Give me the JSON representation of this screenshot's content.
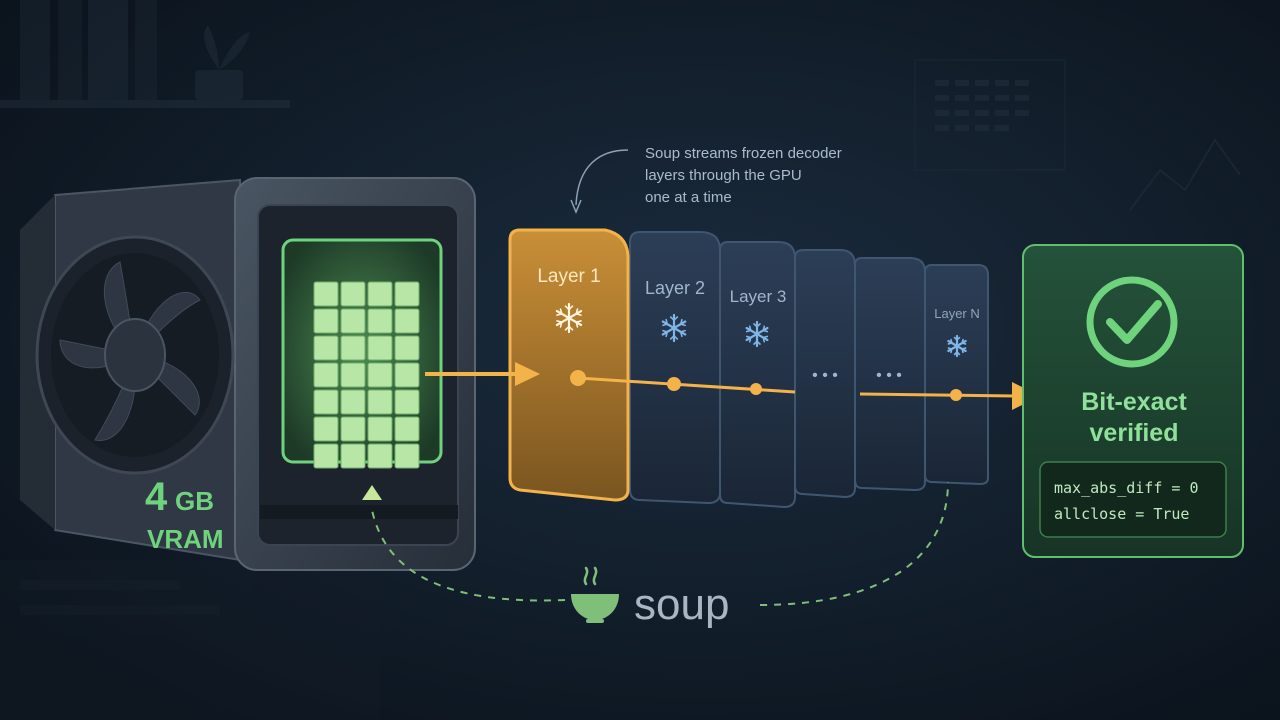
{
  "annotation": {
    "lines": [
      "Soup streams frozen decoder",
      "layers through the GPU",
      "one at a time"
    ]
  },
  "gpu": {
    "vram_amount": "4",
    "vram_unit": "GB",
    "vram_label": "VRAM"
  },
  "layers": [
    {
      "label": "Layer 1",
      "active": true
    },
    {
      "label": "Layer 2",
      "active": false
    },
    {
      "label": "Layer 3",
      "active": false
    },
    {
      "label": "",
      "active": false
    },
    {
      "label": "",
      "active": false
    },
    {
      "label": "Layer N",
      "active": false
    }
  ],
  "ellipses": [
    "• • •",
    "• • •"
  ],
  "result": {
    "title_line1": "Bit-exact",
    "title_line2": "verified",
    "metric1": "max_abs_diff = 0",
    "metric2": "allclose = True"
  },
  "brand": {
    "name": "soup"
  },
  "colors": {
    "background": "#0f1a26",
    "accent_amber": "#f3b24a",
    "accent_green": "#6fd27c",
    "layer_blue": "#2a3b52",
    "text_muted": "#9fb3c6"
  },
  "icons": {
    "frozen": "snowflake-icon",
    "verified": "check-circle-icon",
    "bowl": "soup-bowl-icon",
    "gpu_fan": "fan-icon"
  }
}
